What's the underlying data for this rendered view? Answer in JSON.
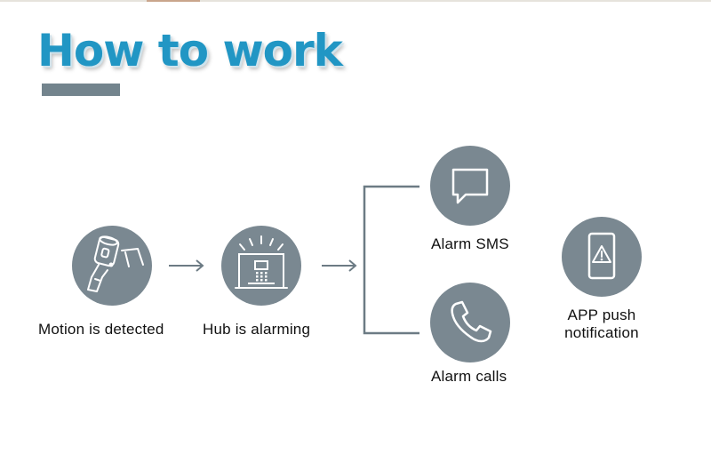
{
  "title": "How to work",
  "steps": {
    "motion": {
      "label": "Motion is detected",
      "icon": "motion-sensor-icon"
    },
    "hub": {
      "label": "Hub is alarming",
      "icon": "alarm-hub-icon"
    },
    "sms": {
      "label": "Alarm SMS",
      "icon": "chat-bubble-icon"
    },
    "calls": {
      "label": "Alarm calls",
      "icon": "phone-icon"
    },
    "app": {
      "label_line1": "APP push",
      "label_line2": "notification",
      "icon": "phone-alert-icon"
    }
  },
  "colors": {
    "title": "#2196c4",
    "accent_bar": "#73848d",
    "circle": "#7a8891",
    "connector": "#6c7b84"
  }
}
